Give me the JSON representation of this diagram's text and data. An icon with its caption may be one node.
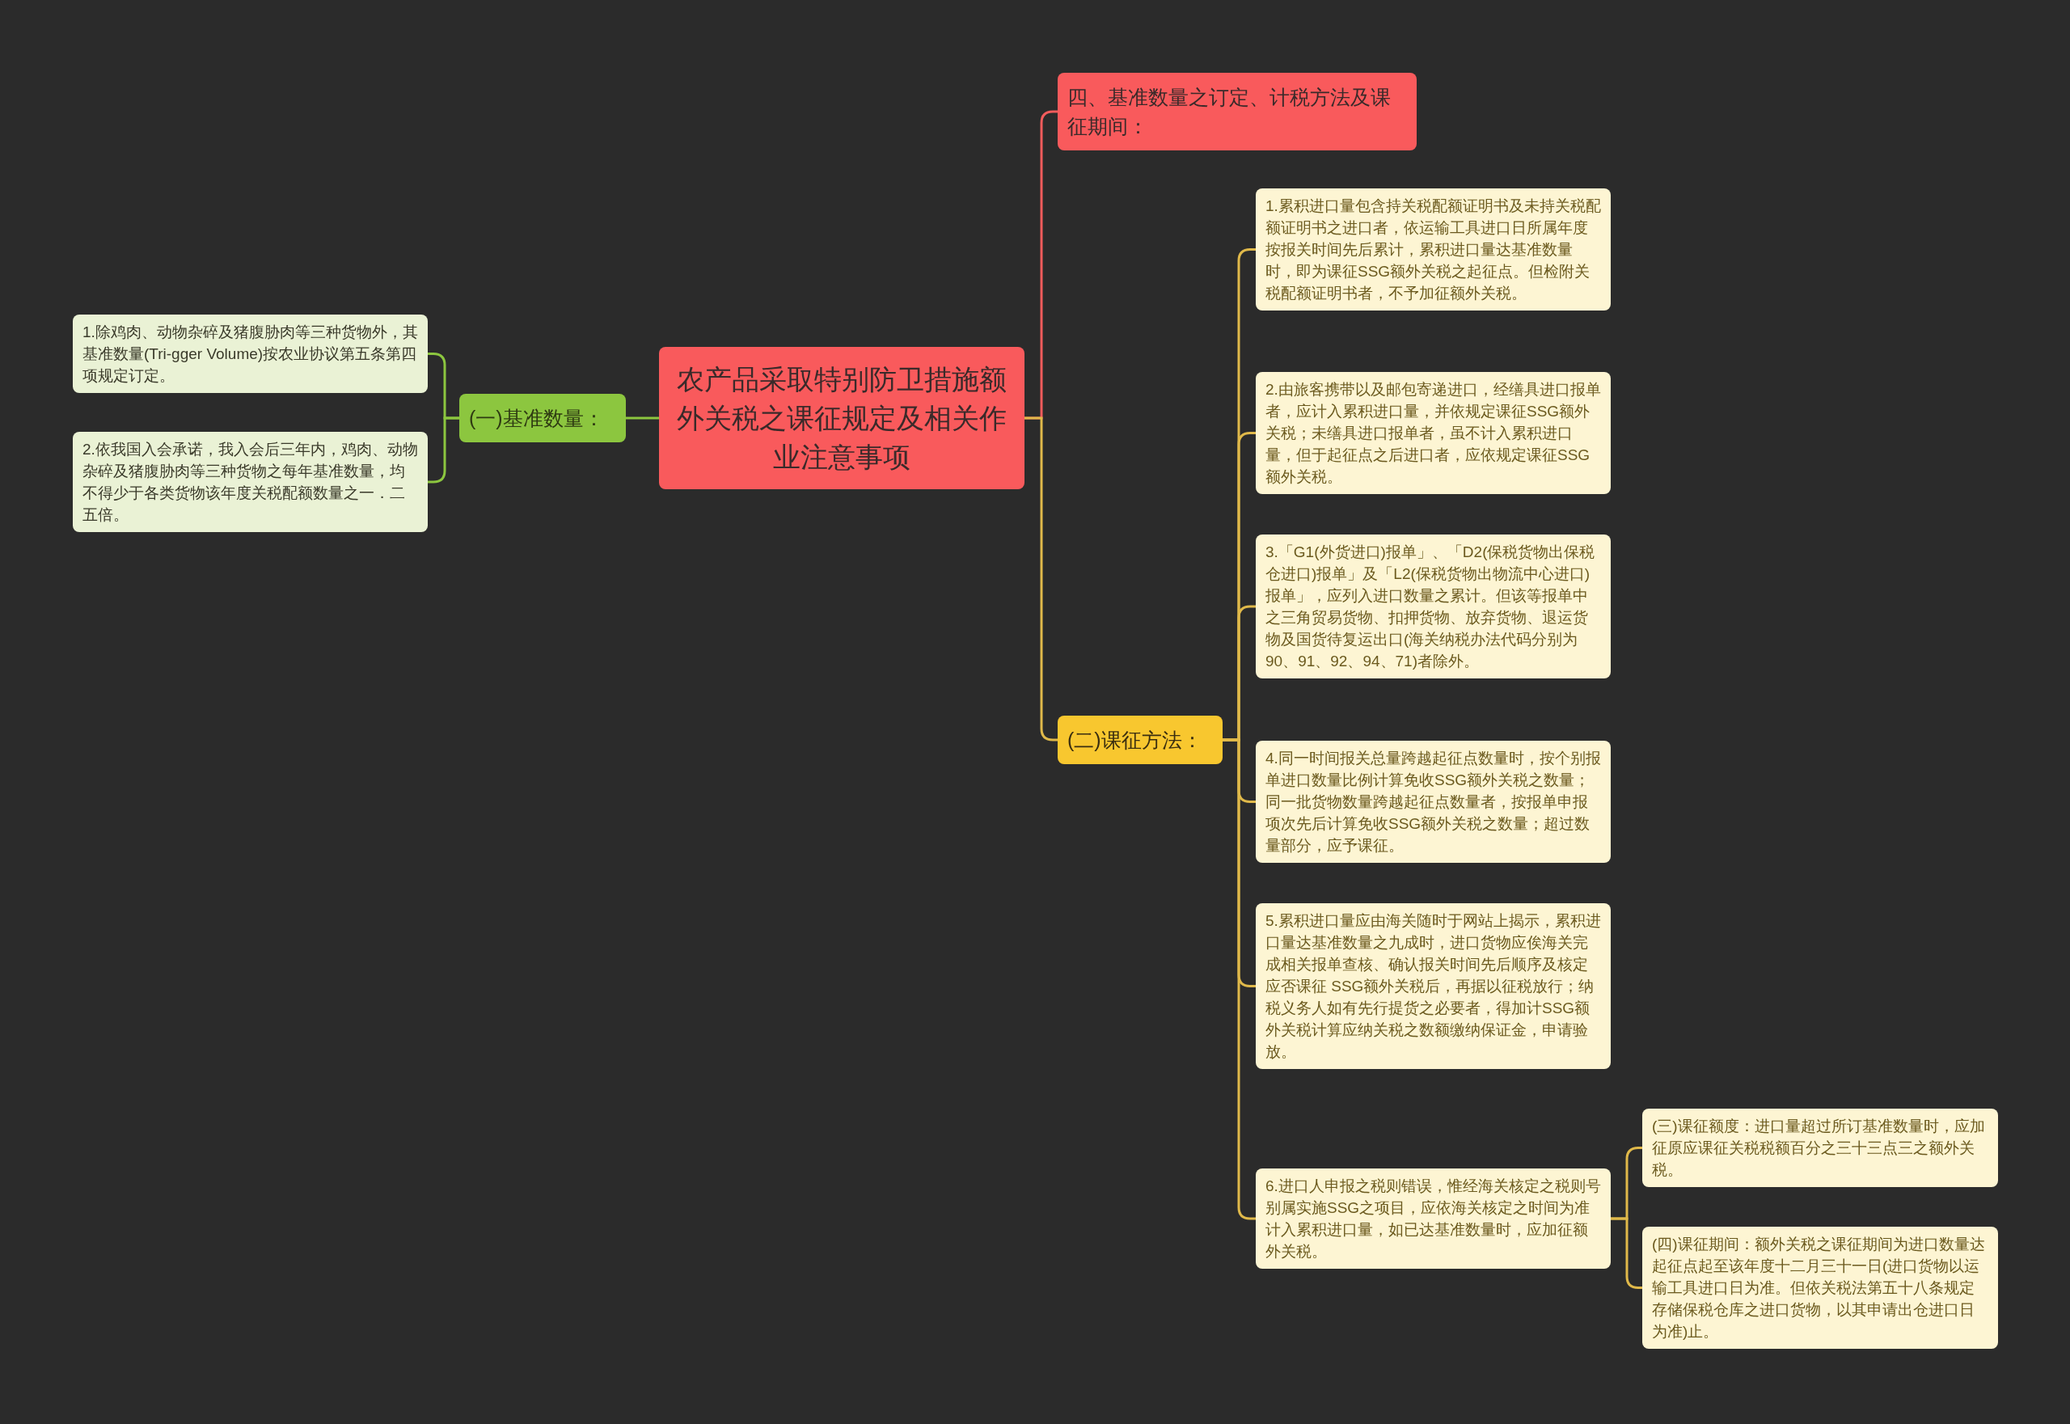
{
  "diagram": {
    "nodes": [
      {
        "text": [
          "农产品采取特别防卫措施额外关税之课征规定及相关作业注意事项"
        ]
      },
      {
        "text": [
          "四、基准数量之订定、计税方法及课征期间："
        ]
      },
      {
        "text": [
          "(一)基准数量："
        ]
      },
      {
        "text": [
          "1.除鸡肉、动物杂碎及猪腹胁肉等三种货物外，其基准数量(Tri-gger Volume)按农业协议第五条第四项规定订定。"
        ]
      },
      {
        "text": [
          "2.依我国入会承诺，我入会后三年内，鸡肉、动物杂碎及猪腹胁肉等三种货物之每年基准数量，均不得少于各类货物该年度关税配额数量之一．二五倍。"
        ]
      },
      {
        "text": [
          "(二)课征方法："
        ]
      },
      {
        "text": [
          "1.累积进口量包含持关税配额证明书及未持关税配额证明书之进口者，依运输工具进口日所属年度按报关时间先后累计，累积进口量达基准数量时，即为课征SSG额外关税之起征点。但检附关税配额证明书者，不予加征额外关税。"
        ]
      },
      {
        "text": [
          "2.由旅客携带以及邮包寄递进口，经缮具进口报单者，应计入累积进口量，并依规定课征SSG额外关税；未缮具进口报单者，虽不计入累积进口量，但于起征点之后进口者，应依规定课征SSG额外关税。"
        ]
      },
      {
        "text": [
          "3.「G1(外货进口)报单」、「D2(保税货物出保税仓进口)报单」及「L2(保税货物出物流中心进口)报单」，应列入进口数量之累计。但该等报单中之三角贸易货物、扣押货物、放弃货物、退运货物及国货待复运出口(海关纳税办法代码分别为90、91、92、94、71)者除外。"
        ]
      },
      {
        "text": [
          "4.同一时间报关总量跨越起征点数量时，按个别报单进口数量比例计算免收SSG额外关税之数量；同一批货物数量跨越起征点数量者，按报单申报项次先后计算免收SSG额外关税之数量；超过数量部分，应予课征。"
        ]
      },
      {
        "text": [
          "5.累积进口量应由海关随时于网站上揭示，累积进口量达基准数量之九成时，进口货物应俟海关完成相关报单查核、确认报关时间先后顺序及核定应否课征 SSG额外关税后，再据以征税放行；纳税义务人如有先行提货之必要者，得加计SSG额外关税计算应纳关税之数额缴纳保证金，申请验放。"
        ]
      },
      {
        "text": [
          "6.进口人申报之税则错误，惟经海关核定之税则号别属实施SSG之项目，应依海关核定之时间为准计入累积进口量，如已达基准数量时，应加征额外关税。"
        ]
      },
      {
        "text": [
          "(三)课征额度：进口量超过所订基准数量时，应加征原应课征关税税额百分之三十三点三之额外关税。"
        ]
      },
      {
        "text": [
          "(四)课征期间：额外关税之课征期间为进口数量达起征点起至该年度十二月三十一日(进口货物以运输工具进口日为准。但依关税法第五十八条规定存储保税仓库之进口货物，以其申请出仓进口日为准)止。"
        ]
      }
    ],
    "edges": [
      {
        "from": 0,
        "to": 1,
        "arrow": "none",
        "color": "#f25c5c"
      },
      {
        "from": 0,
        "to": 2,
        "arrow": "none",
        "color": "#8cc63f"
      },
      {
        "from": 2,
        "to": 3,
        "arrow": "none",
        "color": "#8cc63f"
      },
      {
        "from": 2,
        "to": 4,
        "arrow": "none",
        "color": "#8cc63f"
      },
      {
        "from": 0,
        "to": 5,
        "arrow": "none"
      },
      {
        "from": 5,
        "to": 6,
        "arrow": "none"
      },
      {
        "from": 5,
        "to": 7,
        "arrow": "none"
      },
      {
        "from": 5,
        "to": 8,
        "arrow": "none"
      },
      {
        "from": 5,
        "to": 9,
        "arrow": "none"
      },
      {
        "from": 5,
        "to": 10,
        "arrow": "none"
      },
      {
        "from": 5,
        "to": 11,
        "arrow": "none"
      },
      {
        "from": 11,
        "to": 12,
        "arrow": "none"
      },
      {
        "from": 11,
        "to": 13,
        "arrow": "none"
      }
    ]
  }
}
